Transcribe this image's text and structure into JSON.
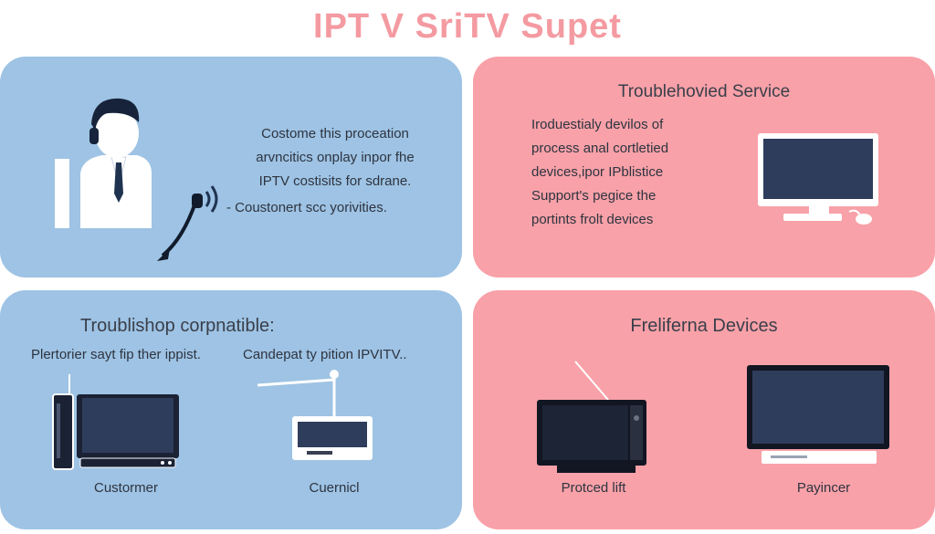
{
  "colors": {
    "blue": "#9ec3e4",
    "pink": "#f8a1a8",
    "title": "#f49aa1"
  },
  "title": "IPT V SriTV Supet",
  "panel1": {
    "lines": [
      "Costome this proceation",
      "arvncitics onplay inpor fhe",
      "IPTV costisits for sdrane."
    ],
    "note": "- Coustonert scc yorivities."
  },
  "panel2": {
    "heading": "Troublehovied Service",
    "lines": [
      "Iroduestialy devilos of",
      "process anal cortletied",
      "devices,ipor IPblistice",
      "Support's pegice the",
      "portints frolt devices"
    ]
  },
  "panel3": {
    "heading": "Troublishop corpnatible:",
    "left_label": "Plertorier sayt fip ther ippist.",
    "right_label": "Candepat ty pition IPVITV..",
    "captions": [
      "Custormer",
      "Cuernicl"
    ]
  },
  "panel4": {
    "heading": "Frelifernа Devices",
    "captions": [
      "Protced lift",
      "Payincer"
    ]
  }
}
